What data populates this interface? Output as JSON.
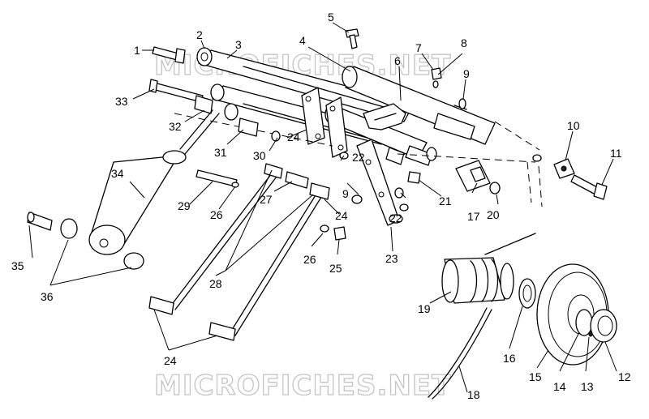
{
  "diagram": {
    "watermark_top": "MICROFICHES.NET",
    "watermark_bottom": "MICROFICHES.NET"
  },
  "callouts": [
    "1",
    "2",
    "3",
    "4",
    "5",
    "6",
    "7",
    "8",
    "9",
    "10",
    "11",
    "33",
    "32",
    "31",
    "30",
    "24",
    "34",
    "29",
    "26",
    "9",
    "22",
    "22",
    "21",
    "17",
    "20",
    "27",
    "24",
    "35",
    "36",
    "26",
    "25",
    "23",
    "28",
    "19",
    "16",
    "24",
    "15",
    "14",
    "13",
    "12",
    "18"
  ]
}
